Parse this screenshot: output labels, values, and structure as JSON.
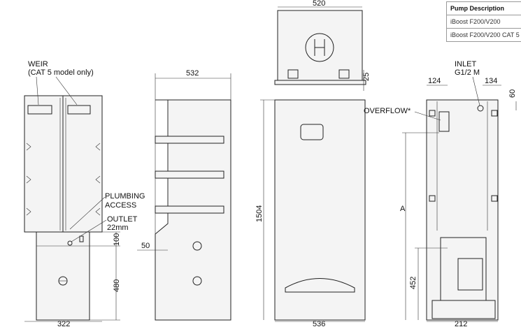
{
  "labels": {
    "weir": "WEIR",
    "weir_note": "(CAT 5 model only)",
    "plumbing_1": "PLUMBING",
    "plumbing_2": "ACCESS",
    "outlet_1": "OUTLET",
    "outlet_2": "22mm",
    "overflow": "OVERFLOW*",
    "inlet_1": "INLET",
    "inlet_2": "G1/2 M"
  },
  "dimensions": {
    "front_width": "322",
    "front_100": "100",
    "front_480": "480",
    "side_width": "532",
    "side_50": "50",
    "center_height": "1504",
    "center_width": "536",
    "top_width": "520",
    "top_25": "25",
    "right_124": "124",
    "right_134": "134",
    "right_60": "60",
    "right_A": "A",
    "right_452": "452",
    "right_width": "212"
  },
  "table": {
    "header": "Pump Description",
    "rows": [
      "iBoost F200/V200",
      "iBoost F200/V200 CAT 5"
    ]
  }
}
